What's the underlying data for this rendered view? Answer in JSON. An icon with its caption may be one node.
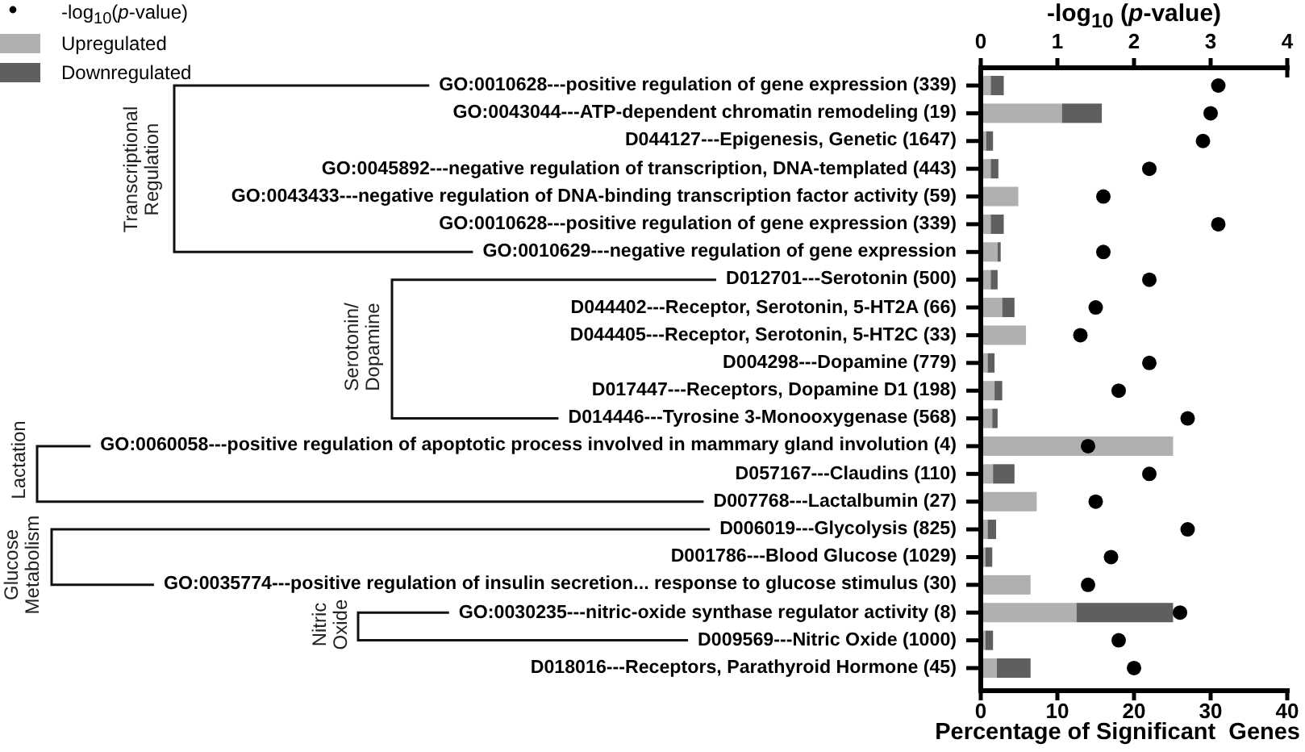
{
  "diagram": {
    "chart_data": {
      "type": "bar",
      "orientation": "horizontal",
      "stacked": true,
      "xlabel": "Percentage of Significant  Genes",
      "categories": [
        "GO:0010628---positive regulation of gene expression (339)",
        "GO:0043044---ATP-dependent chromatin remodeling (19)",
        "D044127---Epigenesis, Genetic (1647)",
        "GO:0045892---negative regulation of transcription, DNA-templated (443)",
        "GO:0043433---negative regulation of DNA-binding transcription factor activity (59)",
        "GO:0010628---positive regulation of gene expression (339)",
        "GO:0010629---negative regulation of gene expression",
        "D012701---Serotonin (500)",
        "D044402---Receptor, Serotonin, 5-HT2A (66)",
        "D044405---Receptor, Serotonin, 5-HT2C (33)",
        "D004298---Dopamine (779)",
        "D017447---Receptors, Dopamine D1 (198)",
        "D014446---Tyrosine 3-Monooxygenase (568)",
        "GO:0060058---positive regulation of apoptotic process involved in mammary gland involution (4)",
        "D057167---Claudins (110)",
        "D007768---Lactalbumin (27)",
        "D006019---Glycolysis (825)",
        "D001786---Blood Glucose (1029)",
        "GO:0035774---positive regulation of insulin secretion... response to glucose stimulus (30)",
        "GO:0030235---nitric-oxide synthase regulator activity (8)",
        "D009569---Nitric Oxide (1000)",
        "D018016---Receptors, Parathyroid Hormone (45)"
      ],
      "series": [
        {
          "name": "Upregulated",
          "color": "#b0b0b0",
          "values": [
            1.3,
            10.6,
            0.7,
            1.3,
            4.9,
            1.3,
            2.2,
            1.3,
            2.8,
            5.9,
            0.9,
            1.8,
            1.5,
            25.1,
            1.6,
            7.3,
            0.9,
            0.6,
            6.5,
            12.5,
            0.6,
            2.1
          ]
        },
        {
          "name": "Downregulated",
          "color": "#5f5f5f",
          "values": [
            1.7,
            5.2,
            0.9,
            1.0,
            0,
            1.7,
            0.4,
            0.9,
            1.6,
            0,
            0.9,
            1.0,
            0.7,
            0,
            2.8,
            0,
            1.1,
            0.9,
            0,
            12.6,
            1.0,
            4.4
          ]
        },
        {
          "name": "-log$_{10}$(*p*-value)",
          "color": "#000000",
          "type": "scatter",
          "axis": "x2",
          "values": [
            3.1,
            3.0,
            2.9,
            2.2,
            1.6,
            3.1,
            1.6,
            2.2,
            1.5,
            1.3,
            2.2,
            1.8,
            2.7,
            1.4,
            2.2,
            1.5,
            2.7,
            1.7,
            1.4,
            2.6,
            1.8,
            2.0
          ]
        }
      ],
      "legend": "top-left",
      "x2label": "-log$_{10}$ (*p*-value)",
      "x2lim": [
        0,
        4
      ],
      "x2ticks": [
        0,
        1,
        2,
        3,
        4
      ],
      "xlim": [
        0,
        40
      ],
      "xticks": [
        0,
        10,
        20,
        30,
        40
      ]
    },
    "labels": [
      "Transcriptional Regulation",
      "Serotonin/ Dopamine",
      "Lactation",
      "Glucose Metabolism",
      "Nitric Oxide"
    ]
  }
}
